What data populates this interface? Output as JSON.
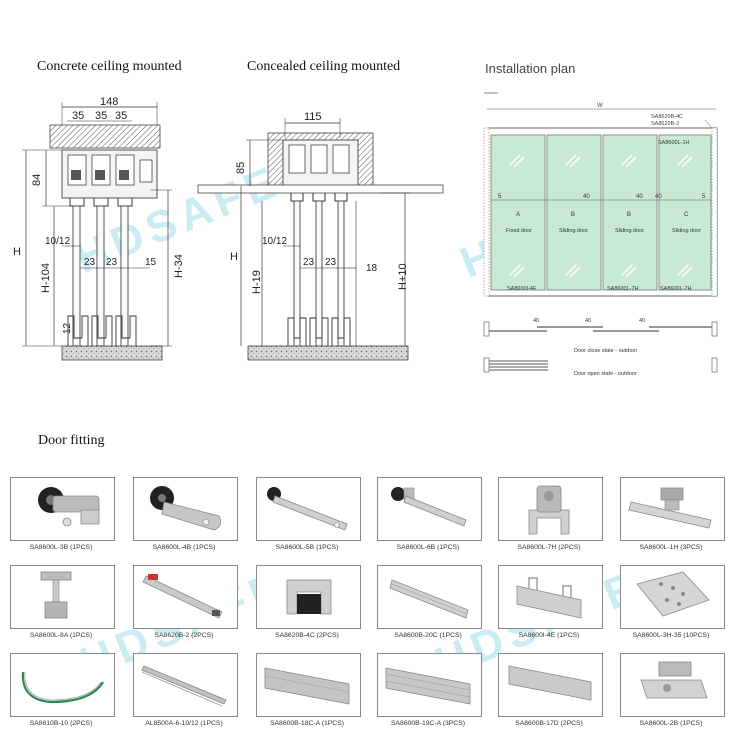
{
  "titles": {
    "concrete": "Concrete ceiling mounted",
    "concealed": "Concealed ceiling mounted",
    "installation": "Installation plan",
    "fitting": "Door fitting"
  },
  "drawing_left": {
    "dims": {
      "width_total": "148",
      "seg1": "35",
      "seg2": "35",
      "seg3": "35",
      "top_height": "84",
      "h": "H",
      "h104": "H-104",
      "h34": "H-34",
      "gap1012": "10/12",
      "d23a": "23",
      "d23b": "23",
      "d15": "15",
      "d12": "12"
    }
  },
  "drawing_mid": {
    "dims": {
      "width": "115",
      "top_height": "85",
      "h": "H",
      "h19": "H-19",
      "h10": "H+10",
      "gap1012": "10/12",
      "d23a": "23",
      "d23b": "23",
      "d18": "18"
    }
  },
  "plan": {
    "w_label": "W",
    "part_4c": "SA8620B-4C",
    "part_2": "SA8620B-2",
    "part_1h": "SA8600L-1H",
    "part_4e": "SA8600I-4E",
    "part_7h_a": "SA8600L-7H",
    "part_7h_b": "SA8600L-7H",
    "gap_left": "5",
    "gap_right": "5",
    "overlap_a": "40",
    "overlap_b": "40",
    "overlap_c": "40",
    "panel_a_letter": "A",
    "panel_b1_letter": "B",
    "panel_b2_letter": "B",
    "panel_c_letter": "C",
    "panel_a_name": "Fixed door",
    "panel_b1_name": "Sliding door",
    "panel_b2_name": "Sliding door",
    "panel_c_name": "Sliding door",
    "close_40a": "40",
    "close_40b": "40",
    "close_40c": "40",
    "close_state": "Door close state - outdoor",
    "open_state": "Door open state - outdoor"
  },
  "fittings": [
    {
      "label": "SA8600L-3B (1PCS)",
      "icon": "wheel-hanger-icon"
    },
    {
      "label": "SA8600L-4B (1PCS)",
      "icon": "wheel-plate-icon"
    },
    {
      "label": "SA8600L-5B (1PCS)",
      "icon": "wheel-arm-icon"
    },
    {
      "label": "SA8600L-6B (1PCS)",
      "icon": "wheel-arm-short-icon"
    },
    {
      "label": "SA8600L-7H (2PCS)",
      "icon": "glass-clamp-icon"
    },
    {
      "label": "SA8600L-1H (3PCS)",
      "icon": "track-connector-icon"
    },
    {
      "label": "SA8600L-8A (1PCS)",
      "icon": "bracket-icon"
    },
    {
      "label": "SA8620B-2 (2PCS)",
      "icon": "damper-icon"
    },
    {
      "label": "SA8620B-4C (2PCS)",
      "icon": "end-stop-icon"
    },
    {
      "label": "SA8600B-20C (1PCS)",
      "icon": "rail-profile-icon"
    },
    {
      "label": "SA8600I-4E (1PCS)",
      "icon": "floor-guide-icon"
    },
    {
      "label": "SA8600L-3H-35 (10PCS)",
      "icon": "mounting-plate-icon"
    },
    {
      "label": "SA8610B-10 (2PCS)",
      "icon": "rubber-seal-icon"
    },
    {
      "label": "AL8500A-6-10/12 (1PCS)",
      "icon": "u-channel-icon"
    },
    {
      "label": "SA8600B-18C-A (1PCS)",
      "icon": "track-rail-icon"
    },
    {
      "label": "SA8600B-19C-A (3PCS)",
      "icon": "track-rail-double-icon"
    },
    {
      "label": "SA8600B-17D (2PCS)",
      "icon": "cover-profile-icon"
    },
    {
      "label": "SA8600L-2B (1PCS)",
      "icon": "floor-clamp-icon"
    }
  ],
  "watermark": "HDSAFE"
}
